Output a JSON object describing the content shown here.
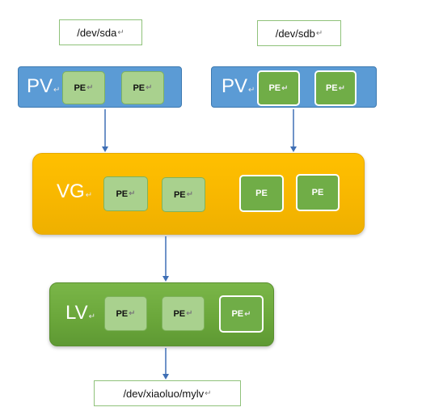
{
  "devices": {
    "sda": "/dev/sda",
    "sdb": "/dev/sdb",
    "lv_path": "/dev/xiaoluo/mylv"
  },
  "mark": "↵",
  "groups": {
    "pv_left": {
      "title": "PV",
      "pe": [
        "PE",
        "PE"
      ]
    },
    "pv_right": {
      "title": "PV",
      "pe": [
        "PE",
        "PE"
      ]
    },
    "vg": {
      "title": "VG",
      "pe": [
        "PE",
        "PE",
        "PE",
        "PE"
      ]
    },
    "lv": {
      "title": "LV",
      "pe": [
        "PE",
        "PE",
        "PE"
      ]
    }
  },
  "colors": {
    "pv": "#5b9bd5",
    "vg": "#ffc000",
    "lv": "#70ad47",
    "pe_light": "#a9d18e",
    "pe_dark": "#70ad47",
    "arrow": "#3f6fb5"
  }
}
